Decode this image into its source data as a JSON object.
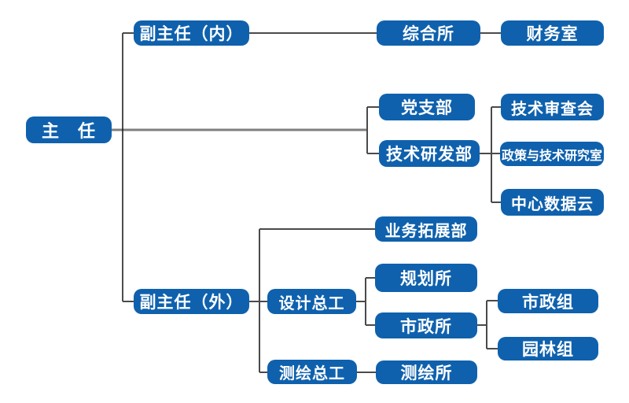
{
  "diagram": {
    "type": "org-chart",
    "background": "#ffffff"
  },
  "colors": {
    "node_fill": "#0f61ad",
    "node_text": "#ffffff",
    "connector": "#4a4a4a",
    "connector_trunk": "#141414",
    "connector_main": "#7f7f7f"
  },
  "nodes": {
    "director": {
      "label": "主　任"
    },
    "deputy_internal": {
      "label": "副主任（内）"
    },
    "general_institute": {
      "label": "综合所"
    },
    "finance_office": {
      "label": "财务室"
    },
    "party_branch": {
      "label": "党支部"
    },
    "tech_rd_dept": {
      "label": "技术研发部"
    },
    "tech_review_committee": {
      "label": "技术审查会"
    },
    "policy_tech_research_office": {
      "label": "政策与技术研究室"
    },
    "central_data_cloud": {
      "label": "中心数据云"
    },
    "deputy_external": {
      "label": "副主任（外）"
    },
    "business_dev_dept": {
      "label": "业务拓展部"
    },
    "chief_design_engineer": {
      "label": "设计总工"
    },
    "planning_institute": {
      "label": "规划所"
    },
    "municipal_institute": {
      "label": "市政所"
    },
    "municipal_group": {
      "label": "市政组"
    },
    "landscape_group": {
      "label": "园林组"
    },
    "chief_survey_engineer": {
      "label": "测绘总工"
    },
    "survey_institute": {
      "label": "测绘所"
    }
  },
  "edges": [
    {
      "from": "director",
      "to": "deputy_internal"
    },
    {
      "from": "director",
      "to": "party_branch"
    },
    {
      "from": "director",
      "to": "tech_rd_dept"
    },
    {
      "from": "director",
      "to": "deputy_external"
    },
    {
      "from": "deputy_internal",
      "to": "general_institute"
    },
    {
      "from": "general_institute",
      "to": "finance_office"
    },
    {
      "from": "tech_rd_dept",
      "to": "tech_review_committee"
    },
    {
      "from": "tech_rd_dept",
      "to": "policy_tech_research_office"
    },
    {
      "from": "tech_rd_dept",
      "to": "central_data_cloud"
    },
    {
      "from": "deputy_external",
      "to": "business_dev_dept"
    },
    {
      "from": "deputy_external",
      "to": "chief_design_engineer"
    },
    {
      "from": "deputy_external",
      "to": "chief_survey_engineer"
    },
    {
      "from": "chief_design_engineer",
      "to": "planning_institute"
    },
    {
      "from": "chief_design_engineer",
      "to": "municipal_institute"
    },
    {
      "from": "municipal_institute",
      "to": "municipal_group"
    },
    {
      "from": "municipal_institute",
      "to": "landscape_group"
    },
    {
      "from": "chief_survey_engineer",
      "to": "survey_institute"
    }
  ]
}
